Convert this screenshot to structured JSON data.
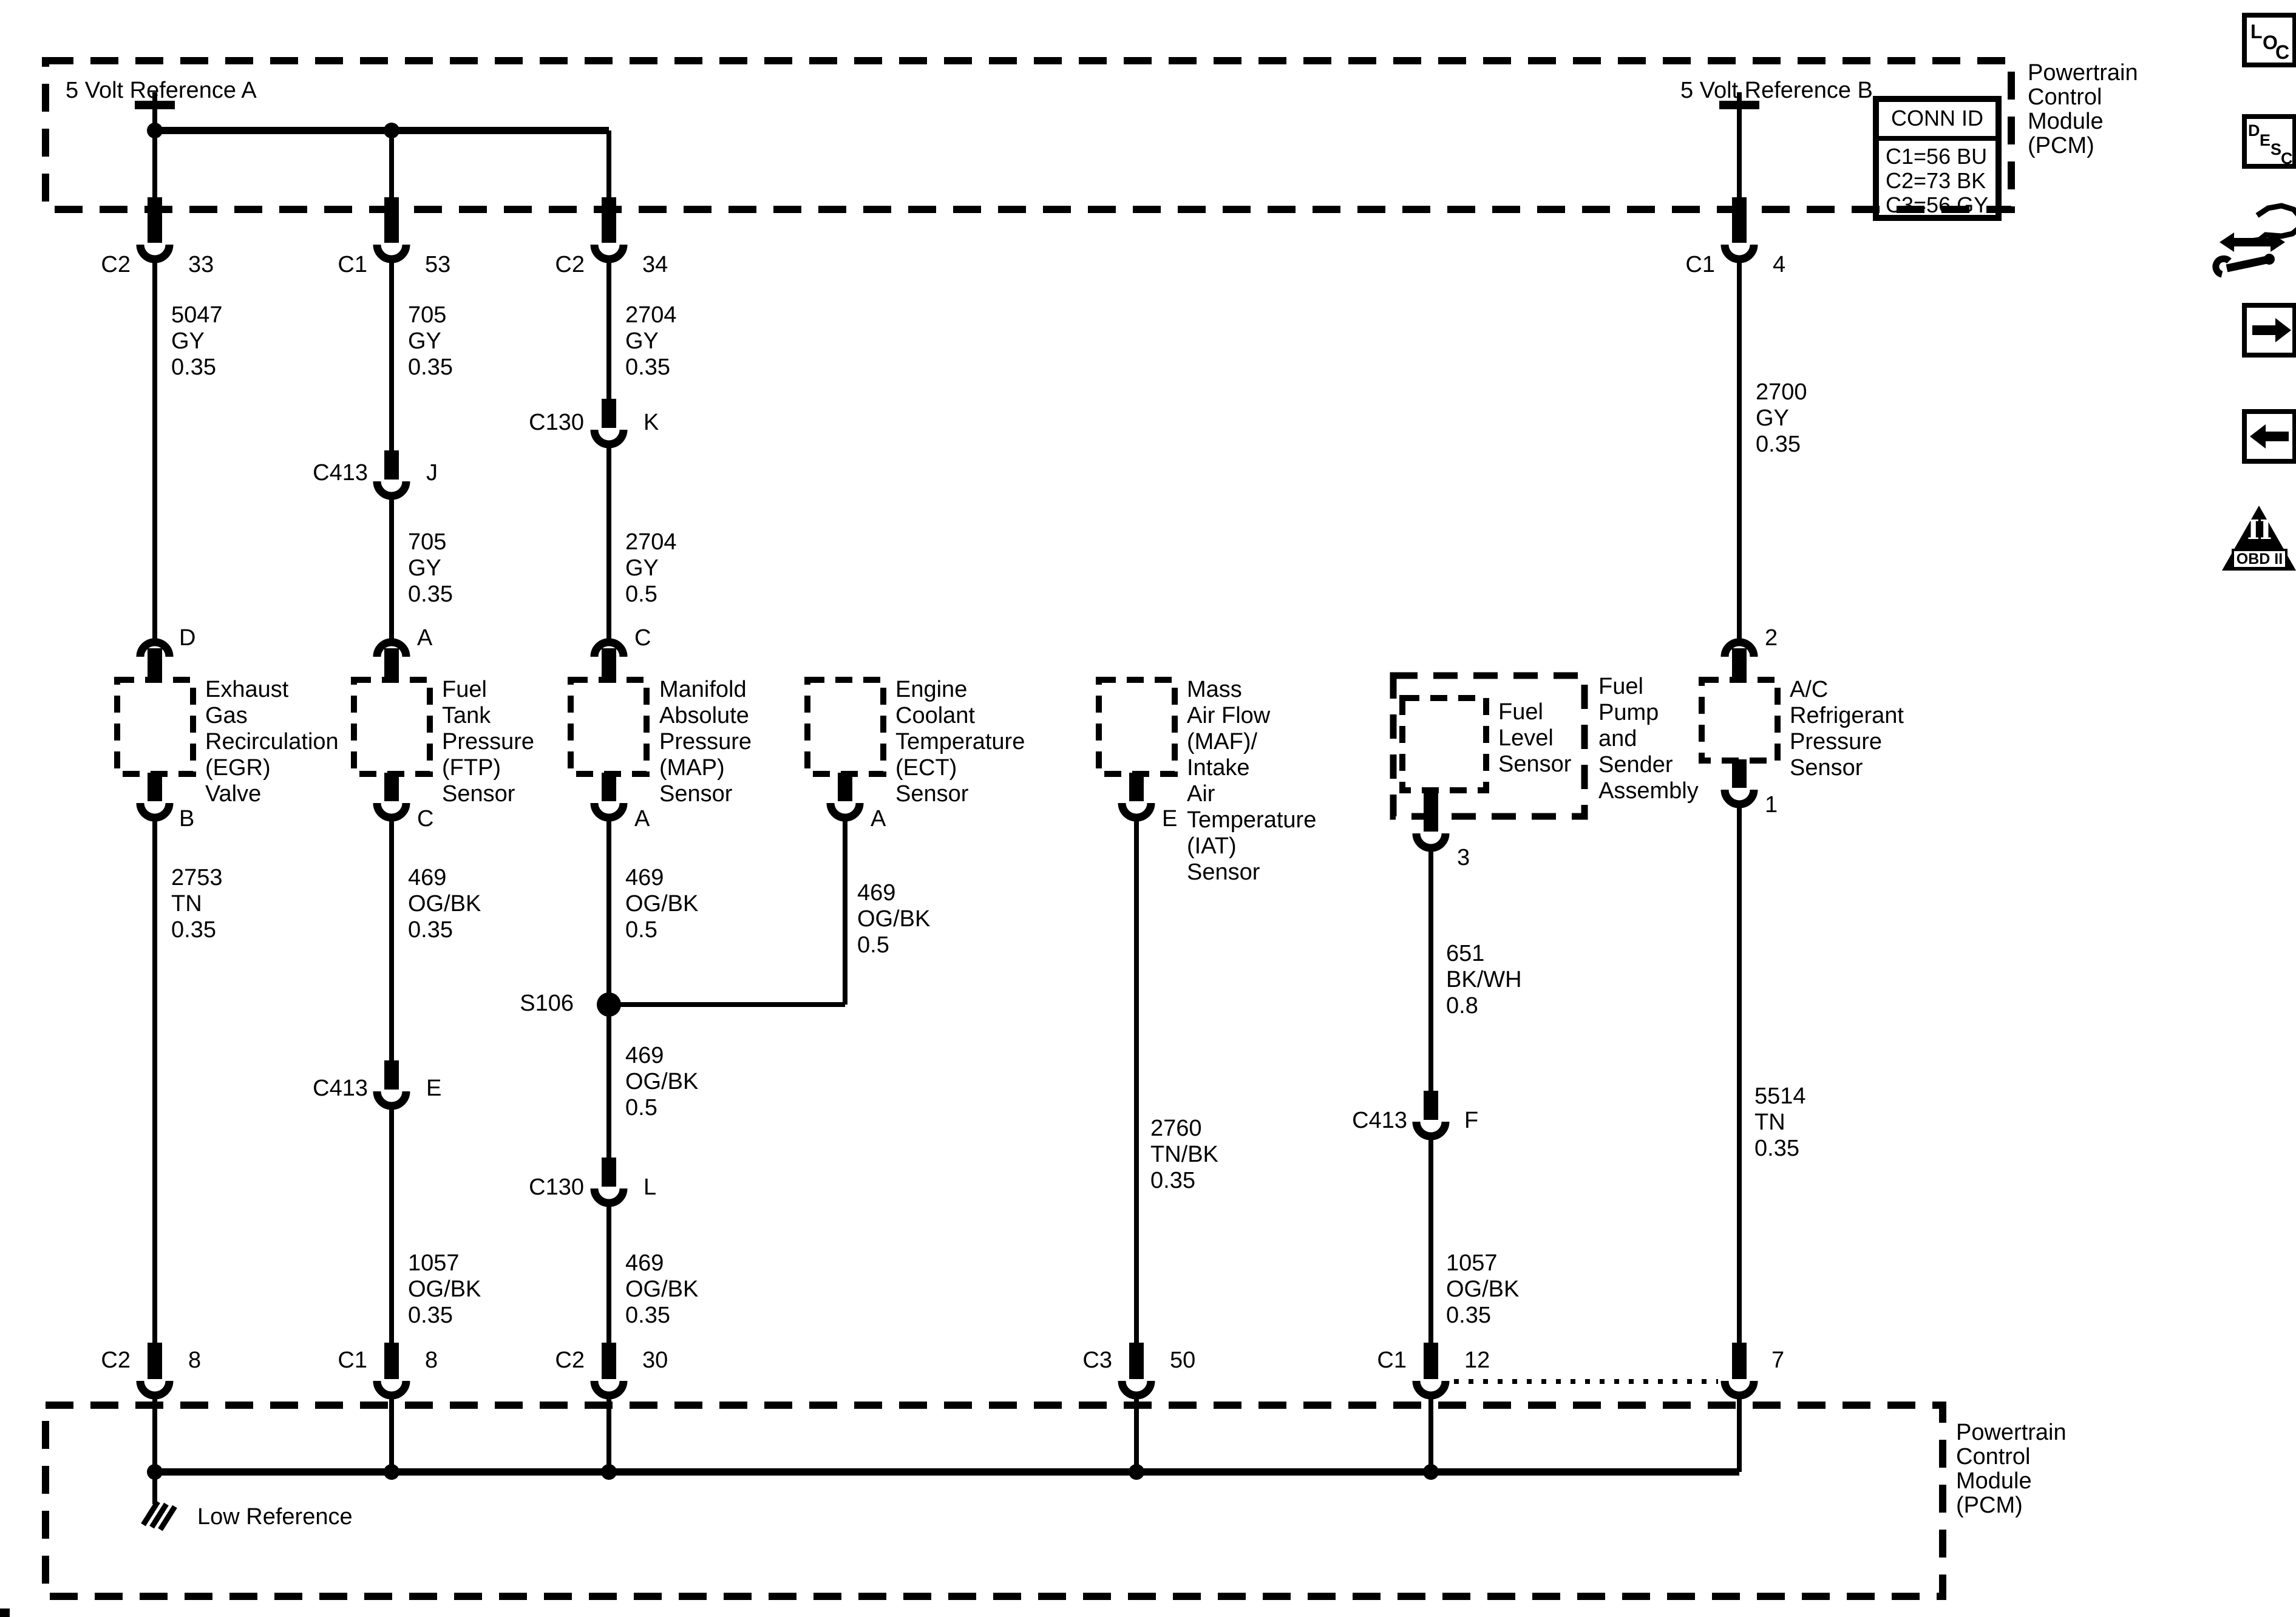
{
  "pcm_top": {
    "label": "Powertrain\nControl\nModule\n(PCM)",
    "ref_a": "5 Volt Reference A",
    "ref_b": "5 Volt Reference B",
    "conn_id": {
      "header": "CONN ID",
      "rows": [
        "C1=56 BU",
        "C2=73 BK",
        "C3=56 GY"
      ]
    }
  },
  "pcm_bottom": {
    "label": "Powertrain\nControl\nModule\n(PCM)",
    "low_reference": "Low Reference"
  },
  "splice": {
    "id": "S106"
  },
  "components": {
    "egr": {
      "name": "Exhaust\nGas\nRecirculation\n(EGR)\nValve",
      "pin_top": "D",
      "pin_bottom": "B"
    },
    "ftp": {
      "name": "Fuel\nTank\nPressure\n(FTP)\nSensor",
      "pin_top": "A",
      "pin_bottom": "C"
    },
    "map": {
      "name": "Manifold\nAbsolute\nPressure\n(MAP)\nSensor",
      "pin_top": "C",
      "pin_bottom": "A"
    },
    "ect": {
      "name": "Engine\nCoolant\nTemperature\n(ECT)\nSensor",
      "pin_bottom": "A"
    },
    "maf": {
      "name": "Mass\nAir Flow\n(MAF)/\nIntake\nAir\nTemperature\n(IAT)\nSensor",
      "pin_bottom": "E"
    },
    "fuel_pump": {
      "name": "Fuel\nPump\nand\nSender\nAssembly",
      "inner_name": "Fuel\nLevel\nSensor",
      "pin_bottom": "3"
    },
    "ac": {
      "name": "A/C\nRefrigerant\nPressure\nSensor",
      "pin_top": "2",
      "pin_bottom": "1"
    }
  },
  "pcm_pins_top": {
    "egr": {
      "conn": "C2",
      "pin": "33"
    },
    "ftp": {
      "conn": "C1",
      "pin": "53"
    },
    "map": {
      "conn": "C2",
      "pin": "34"
    },
    "ac": {
      "conn": "C1",
      "pin": "4"
    }
  },
  "pcm_pins_bottom": {
    "egr": {
      "conn": "C2",
      "pin": "8"
    },
    "ftp": {
      "conn": "C1",
      "pin": "8"
    },
    "map": {
      "conn": "C2",
      "pin": "30"
    },
    "maf": {
      "conn": "C3",
      "pin": "50"
    },
    "fuel_pump": {
      "conn": "C1",
      "pin": "12"
    },
    "ac": {
      "pin": "7"
    }
  },
  "inline_connectors": {
    "c413_j": {
      "id": "C413",
      "pin": "J"
    },
    "c130_k": {
      "id": "C130",
      "pin": "K"
    },
    "c413_e": {
      "id": "C413",
      "pin": "E"
    },
    "c130_l": {
      "id": "C130",
      "pin": "L"
    },
    "c413_f": {
      "id": "C413",
      "pin": "F"
    }
  },
  "wires": {
    "egr_top": "5047\nGY\n0.35",
    "ftp_top": "705\nGY\n0.35",
    "ftp_mid": "705\nGY\n0.35",
    "map_top": "2704\nGY\n0.35",
    "map_mid": "2704\nGY\n0.5",
    "egr_bottom": "2753\nTN\n0.35",
    "ftp_low": "469\nOG/BK\n0.35",
    "ftp_low2": "1057\nOG/BK\n0.35",
    "map_low": "469\nOG/BK\n0.5",
    "map_splice": "469\nOG/BK\n0.5",
    "map_low2": "469\nOG/BK\n0.35",
    "ect_low": "469\nOG/BK\n0.5",
    "maf_low": "2760\nTN/BK\n0.35",
    "fuel_low": "651\nBK/WH\n0.8",
    "fuel_low2": "1057\nOG/BK\n0.35",
    "ac_top": "2700\nGY\n0.35",
    "ac_low": "5514\nTN\n0.35"
  },
  "sidebar_icons": {
    "loc": [
      "L",
      "O",
      "C"
    ],
    "desc": [
      "D",
      "E",
      "S",
      "C"
    ],
    "obd": {
      "numeral": "II",
      "label": "OBD II"
    }
  }
}
